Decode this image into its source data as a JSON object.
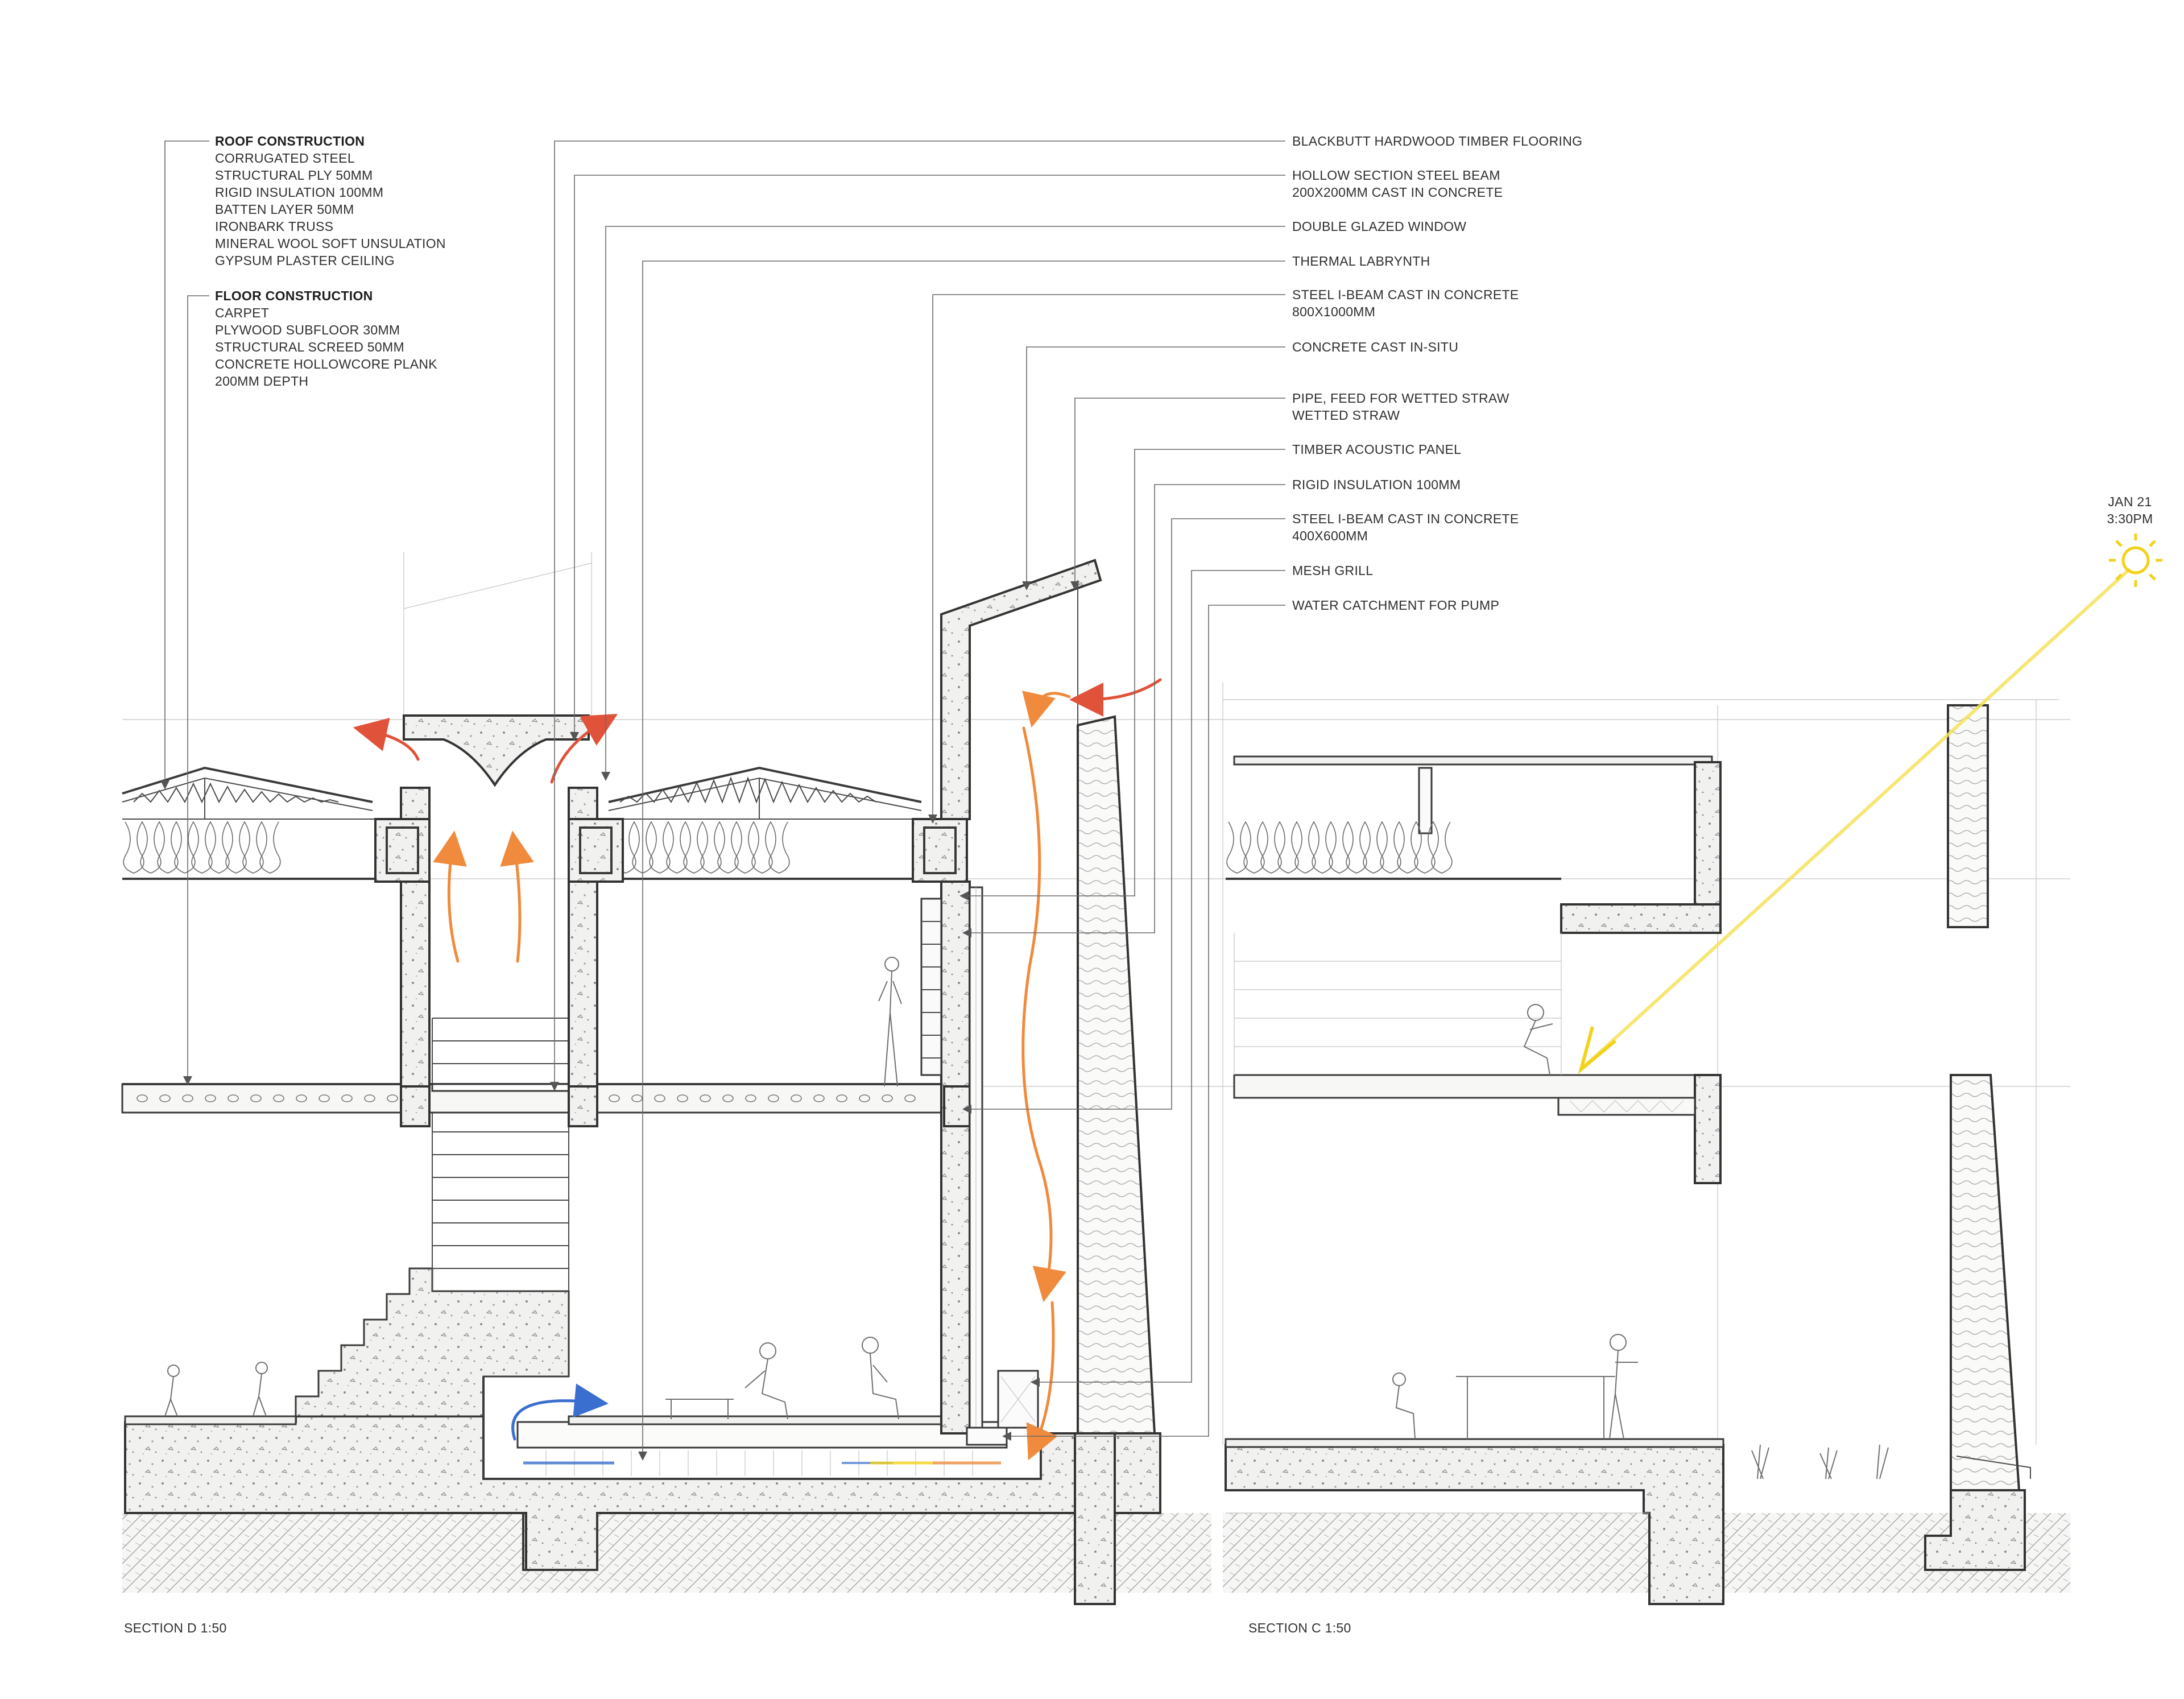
{
  "roof_construction": {
    "heading": "ROOF CONSTRUCTION",
    "items": [
      "CORRUGATED STEEL",
      "STRUCTURAL PLY 50MM",
      "RIGID INSULATION 100MM",
      "BATTEN LAYER 50MM",
      "IRONBARK TRUSS",
      "MINERAL WOOL SOFT UNSULATION",
      "GYPSUM PLASTER CEILING"
    ]
  },
  "floor_construction": {
    "heading": "FLOOR CONSTRUCTION",
    "items": [
      "CARPET",
      "PLYWOOD SUBFLOOR 30MM",
      "STRUCTURAL SCREED 50MM",
      "CONCRETE HOLLOWCORE PLANK",
      "200MM DEPTH"
    ]
  },
  "callouts": [
    {
      "lines": [
        "BLACKBUTT HARDWOOD TIMBER FLOORING"
      ]
    },
    {
      "lines": [
        "HOLLOW SECTION STEEL BEAM",
        "200X200MM CAST IN CONCRETE"
      ]
    },
    {
      "lines": [
        "DOUBLE GLAZED WINDOW"
      ]
    },
    {
      "lines": [
        "THERMAL LABRYNTH"
      ]
    },
    {
      "lines": [
        "STEEL I-BEAM CAST IN CONCRETE",
        "800X1000MM"
      ]
    },
    {
      "lines": [
        "CONCRETE CAST IN-SITU"
      ]
    },
    {
      "lines": [
        "PIPE, FEED FOR WETTED STRAW",
        "WETTED STRAW"
      ]
    },
    {
      "lines": [
        "TIMBER ACOUSTIC PANEL"
      ]
    },
    {
      "lines": [
        "RIGID INSULATION 100MM"
      ]
    },
    {
      "lines": [
        "STEEL I-BEAM CAST IN CONCRETE",
        "400X600MM"
      ]
    },
    {
      "lines": [
        "MESH GRILL"
      ]
    },
    {
      "lines": [
        "WATER CATCHMENT FOR PUMP"
      ]
    }
  ],
  "sun": {
    "date": "JAN 21",
    "time": "3:30PM",
    "color": "#f2d21b"
  },
  "section_titles": {
    "left": "SECTION D 1:50",
    "right": "SECTION C 1:50"
  },
  "colors": {
    "warm_air": "#f08a3c",
    "hot_air": "#e0523a",
    "cool_air": "#3b6fcf",
    "sun_ray": "#f5e25a"
  }
}
